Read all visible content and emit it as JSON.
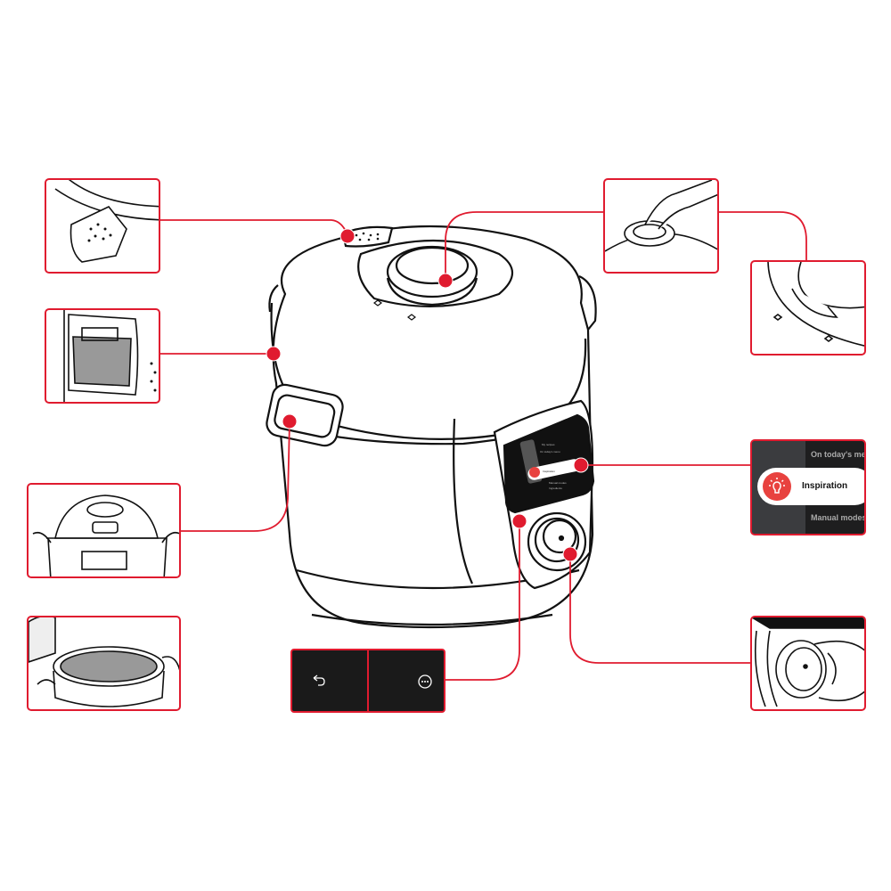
{
  "colors": {
    "accent": "#e01b2f",
    "screen": "#1e1e1f",
    "bulb": "#e8423f"
  },
  "screen_detail": {
    "items": [
      "On today's men",
      "Inspiration",
      "Manual modes"
    ],
    "icon": "lightbulb-icon"
  },
  "device_screen": {
    "items": [
      "My recipes",
      "On today's menu",
      "Inspiration",
      "Manual modes",
      "Ingredients"
    ]
  },
  "buttons_panel": {
    "left_icon": "back-arrow-icon",
    "right_icon": "more-options-icon"
  }
}
